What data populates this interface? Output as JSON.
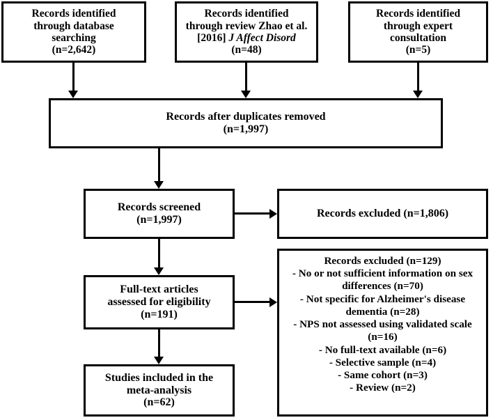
{
  "diagram": {
    "title": "PRISMA study selection flow diagram",
    "stroke_color": "#000000",
    "background_color": "#ffffff"
  },
  "boxes": {
    "database": {
      "lines": [
        "Records identified",
        "through database",
        "searching",
        "(n=2,642)"
      ]
    },
    "review": {
      "line1": "Records identified",
      "line2": "through review Zhao et al.",
      "line3_prefix": "[2016] ",
      "line3_italic": "J Affect Disord",
      "line4": "(n=48)"
    },
    "expert": {
      "lines": [
        "Records identified",
        "through expert",
        "consultation",
        "(n=5)"
      ]
    },
    "duplicates": {
      "lines": [
        "Records after duplicates removed",
        "(n=1,997)"
      ]
    },
    "screened": {
      "lines": [
        "Records screened",
        "(n=1,997)"
      ]
    },
    "excluded_screening": {
      "lines": [
        "Records excluded (n=1,806)"
      ]
    },
    "fulltext": {
      "lines": [
        "Full-text articles",
        "assessed for eligibility",
        "(n=191)"
      ]
    },
    "excluded_eligibility": {
      "heading": "Records excluded (n=129)",
      "reasons": [
        "- No or not sufficient information on sex differences (n=70)",
        "- Not specific for Alzheimer's disease dementia (n=28)",
        "- NPS not assessed using validated scale (n=16)",
        "- No full-text available (n=6)",
        "- Selective sample (n=4)",
        "- Same cohort (n=3)",
        "- Review (n=2)"
      ]
    },
    "included": {
      "lines": [
        "Studies included in the",
        "meta-analysis",
        "(n=62)"
      ]
    }
  },
  "connectors": {
    "database_to_duplicates": "arrow-down",
    "review_to_duplicates": "arrow-down",
    "expert_to_duplicates": "arrow-down",
    "duplicates_to_screened": "arrow-down",
    "screened_to_excluded": "arrow-right",
    "screened_to_fulltext": "arrow-down",
    "fulltext_to_excluded": "arrow-right",
    "fulltext_to_included": "arrow-down"
  }
}
